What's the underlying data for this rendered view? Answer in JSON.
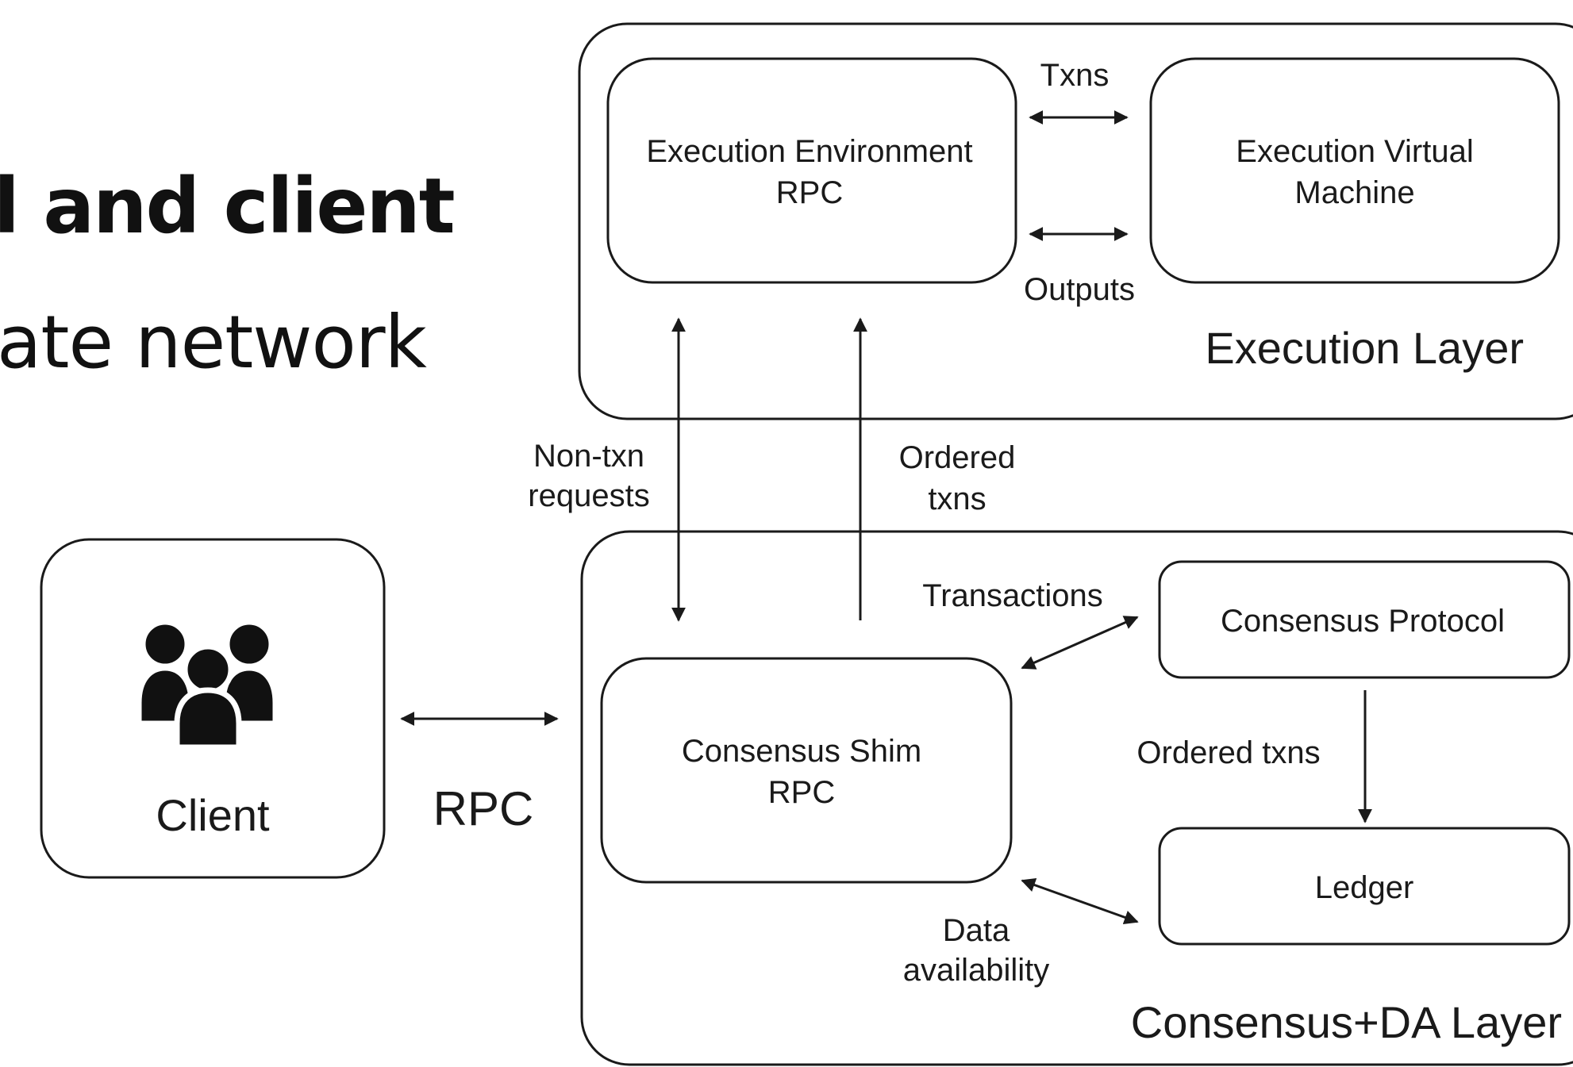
{
  "slide": {
    "title_line_1": "l and client",
    "title_line_2": "ate network"
  },
  "client": {
    "label": "Client",
    "icon": "users-group-icon"
  },
  "rpc_label": "RPC",
  "execution_layer": {
    "title": "Execution Layer",
    "env_rpc_line1": "Execution Environment",
    "env_rpc_line2": "RPC",
    "vm_line1": "Execution Virtual",
    "vm_line2": "Machine",
    "txns_label": "Txns",
    "outputs_label": "Outputs"
  },
  "between_layers": {
    "non_txn_line1": "Non-txn",
    "non_txn_line2": "requests",
    "ordered_line1": "Ordered",
    "ordered_line2": "txns"
  },
  "consensus_layer": {
    "title": "Consensus+DA Layer",
    "shim_line1": "Consensus Shim",
    "shim_line2": "RPC",
    "protocol": "Consensus Protocol",
    "ledger": "Ledger",
    "transactions_label": "Transactions",
    "ordered_txns_label": "Ordered txns",
    "data_avail_line1": "Data",
    "data_avail_line2": "availability"
  },
  "colors": {
    "stroke": "#1a1a1a",
    "background": "#ffffff"
  }
}
